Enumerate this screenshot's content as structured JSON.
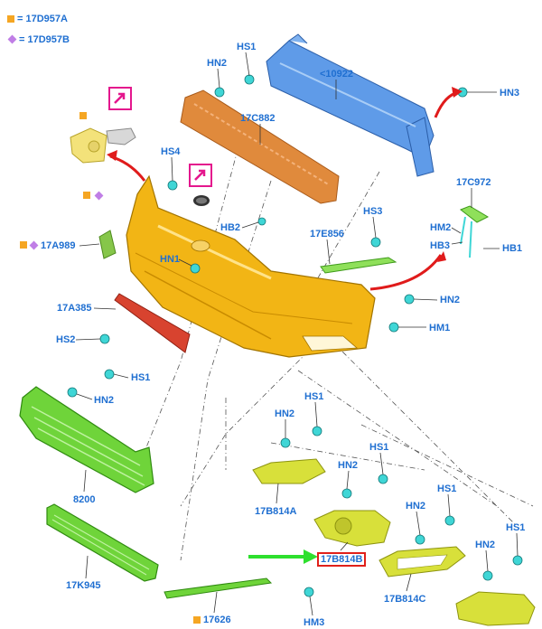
{
  "legend": {
    "item_a": "= 17D957A",
    "item_b": "= 17D957B",
    "item_a_color": "#f5a623",
    "item_b_color": "#c07ee6"
  },
  "labels": {
    "hs1_top": "HS1",
    "hn2_top": "HN2",
    "beam": "<10922",
    "hn3_top": "HN3",
    "absorber": "17C882",
    "hs4": "HS4",
    "hb2": "HB2",
    "bracket": "17C972",
    "hm2_right": "HM2",
    "hb3": "HB3",
    "hb1": "HB1",
    "hs3": "HS3",
    "strip": "17E856",
    "cover_left": "17A989",
    "hn1": "HN1",
    "hn2_right": "HN2",
    "hm1": "HM1",
    "reflector_bar": "17A385",
    "hs2": "HS2",
    "hs1_grille": "HS1",
    "hn2_grille": "HN2",
    "grille_upper": "8200",
    "grille_lower": "17K945",
    "trim_bottom": "17626",
    "hm3": "HM3",
    "hs1_a": "HS1",
    "hn2_a": "HN2",
    "bezel_a": "17B814A",
    "hs1_b": "HS1",
    "hn2_b": "HN2",
    "bezel_b": "17B814B",
    "hs1_c": "HS1",
    "hn2_c": "HN2",
    "bezel_c": "17B814C",
    "hs1_d": "HS1",
    "hn2_d": "HN2"
  },
  "colors": {
    "label": "#1f6fd1",
    "beam": "#5f9be8",
    "absorber": "#e08a3c",
    "bumper": "#f2b515",
    "grille": "#6fd43a",
    "reflector": "#d8432f",
    "bezel": "#d8e03a",
    "fastener": "#3fd6d6",
    "red_arrow": "#e01b1b",
    "green_arrow": "#2ee02e",
    "callout": "#e4178d"
  }
}
